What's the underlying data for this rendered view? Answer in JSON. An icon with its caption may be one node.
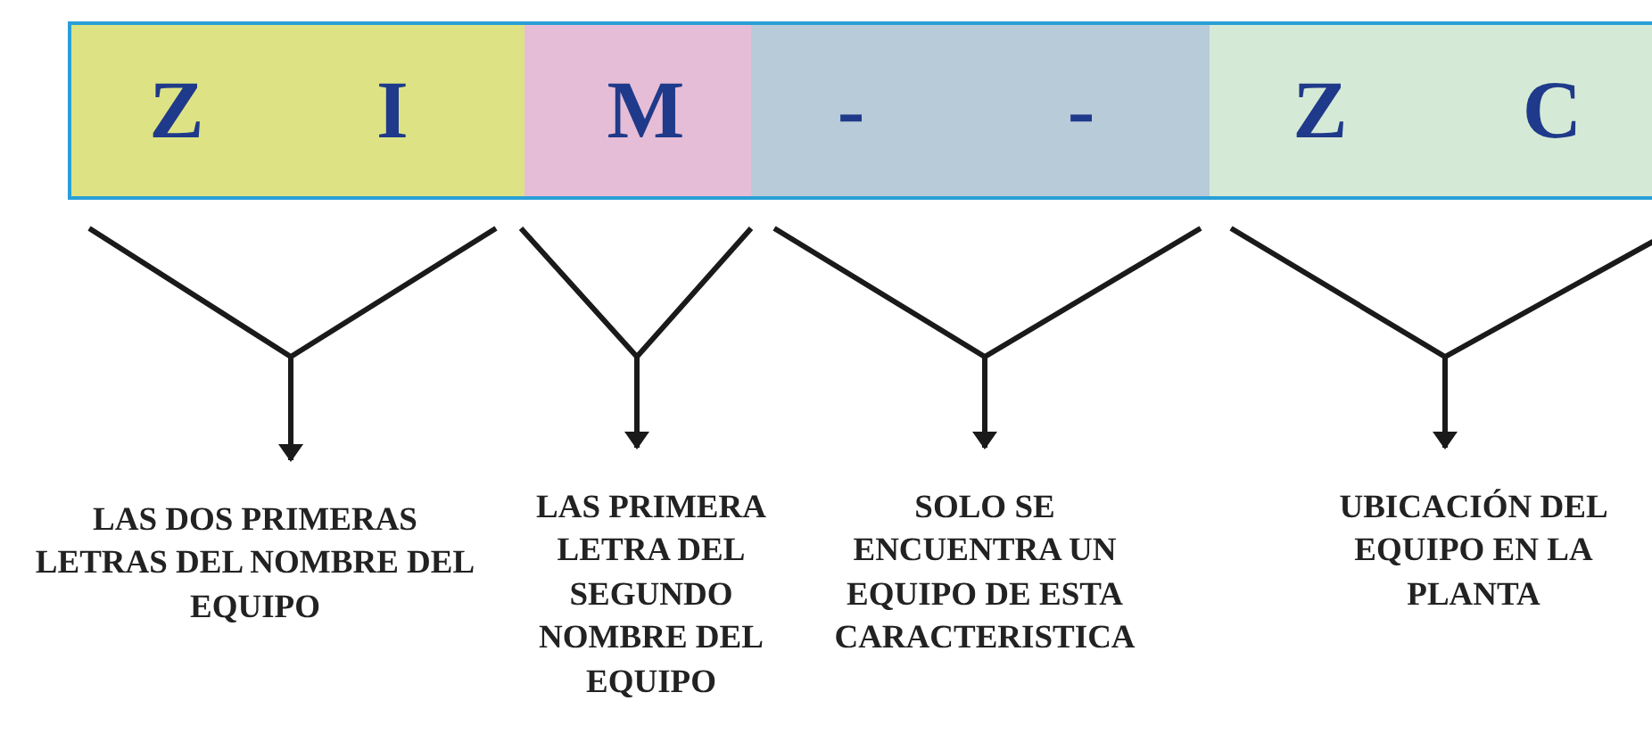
{
  "diagram": {
    "nodes": [
      {
        "text": [
          "Z",
          "I"
        ]
      },
      {
        "text": [
          "M"
        ]
      },
      {
        "text": [
          "-",
          "-"
        ]
      },
      {
        "text": [
          "Z",
          "C"
        ]
      },
      {
        "text": [
          "LAS DOS PRIMERAS LETRAS DEL NOMBRE DEL EQUIPO"
        ]
      },
      {
        "text": [
          "LAS PRIMERA LETRA DEL SEGUNDO NOMBRE DEL EQUIPO"
        ]
      },
      {
        "text": [
          "SOLO SE ENCUENTRA UN EQUIPO DE ESTA CARACTERISTICA"
        ]
      },
      {
        "text": [
          "UBICACIÓN DEL EQUIPO EN LA PLANTA"
        ]
      }
    ],
    "edges": [
      {
        "from": 0,
        "to": 4,
        "arrow": "to"
      },
      {
        "from": 1,
        "to": 5,
        "arrow": "to"
      },
      {
        "from": 2,
        "to": 6,
        "arrow": "to"
      },
      {
        "from": 3,
        "to": 7,
        "arrow": "to"
      }
    ]
  }
}
